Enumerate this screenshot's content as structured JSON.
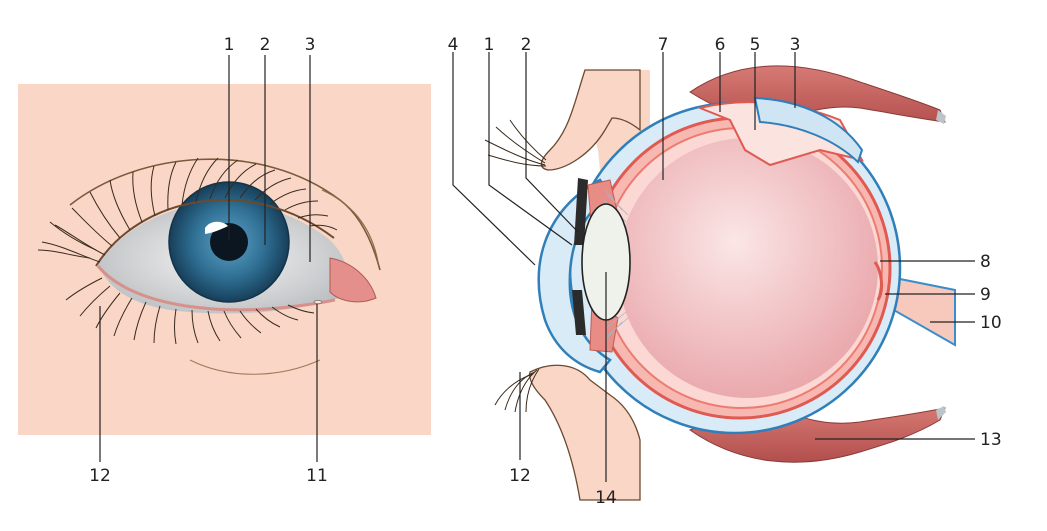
{
  "front_view": {
    "labels": {
      "l1": "1",
      "l2": "2",
      "l3": "3",
      "l11": "11",
      "l12": "12"
    }
  },
  "side_view": {
    "labels": {
      "l4": "4",
      "l1": "1",
      "l2": "2",
      "l7": "7",
      "l6": "6",
      "l5": "5",
      "l3": "3",
      "l8": "8",
      "l9": "9",
      "l10": "10",
      "l13": "13",
      "l12": "12",
      "l14": "14"
    }
  },
  "colors": {
    "skin_background": "#f9d6c6",
    "iris": "#2e6d8f",
    "sclera": "#e6e6e6",
    "cornea_sclera_outline": "#3a8ec9",
    "retina_choroid": "#e85c55",
    "vitreous": "#f3c1c3",
    "lens": "#eef2ea",
    "muscle": "#c85a5a"
  }
}
